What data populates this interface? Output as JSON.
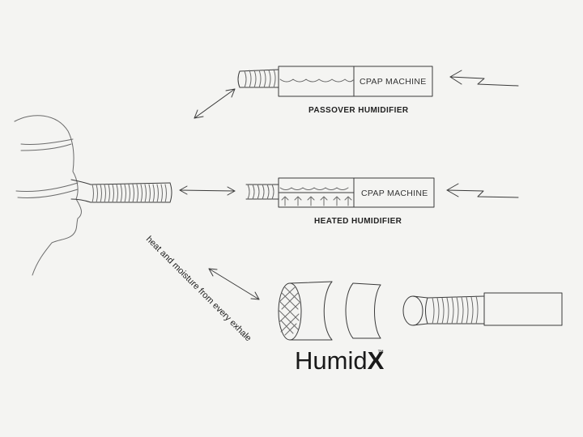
{
  "labels": {
    "passover_machine": "CPAP MACHINE",
    "passover_caption": "PASSOVER HUMIDIFIER",
    "heated_machine": "CPAP MACHINE",
    "heated_caption": "HEATED HUMIDIFIER",
    "annotation": "heat and moisture from every exhale",
    "brand_prefix": "Humid",
    "brand_emphasis": "X",
    "brand_mark": "™"
  },
  "colors": {
    "paper": "#f4f4f2",
    "pencil": "#3a3a3a",
    "ink": "#1a1a1a"
  }
}
